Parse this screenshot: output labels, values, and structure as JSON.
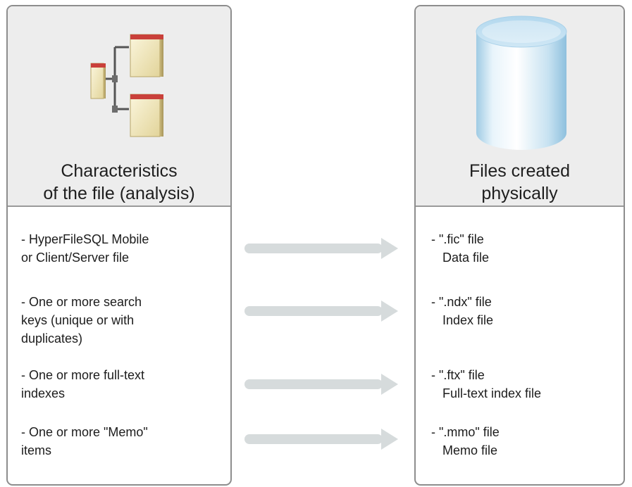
{
  "left_panel": {
    "title_lines": [
      "Characteristics",
      "of the file (analysis)"
    ],
    "icon": "file-structure-icon",
    "items": [
      {
        "lines": [
          "- HyperFileSQL Mobile",
          "or Client/Server file"
        ]
      },
      {
        "lines": [
          "- One or more search",
          "keys (unique or with",
          "duplicates)"
        ]
      },
      {
        "lines": [
          "- One or more full-text",
          "indexes"
        ]
      },
      {
        "lines": [
          "- One or more \"Memo\"",
          "items"
        ]
      }
    ]
  },
  "right_panel": {
    "title_lines": [
      "Files created",
      "physically"
    ],
    "icon": "database-cylinder-icon",
    "items": [
      {
        "lines": [
          "- \".fic\" file",
          "Data file"
        ]
      },
      {
        "lines": [
          "- \".ndx\" file",
          "Index file"
        ]
      },
      {
        "lines": [
          "- \".ftx\" file",
          "Full-text index file"
        ]
      },
      {
        "lines": [
          "- \".mmo\" file",
          "Memo file"
        ]
      }
    ]
  },
  "colors": {
    "panel_header_bg": "#ededed",
    "panel_border": "#8d8d8d",
    "arrow_fill": "#d6dbdc",
    "cylinder_blue": "#b9dcef",
    "folder_red": "#c9403a",
    "folder_cream": "#f3eccb"
  }
}
